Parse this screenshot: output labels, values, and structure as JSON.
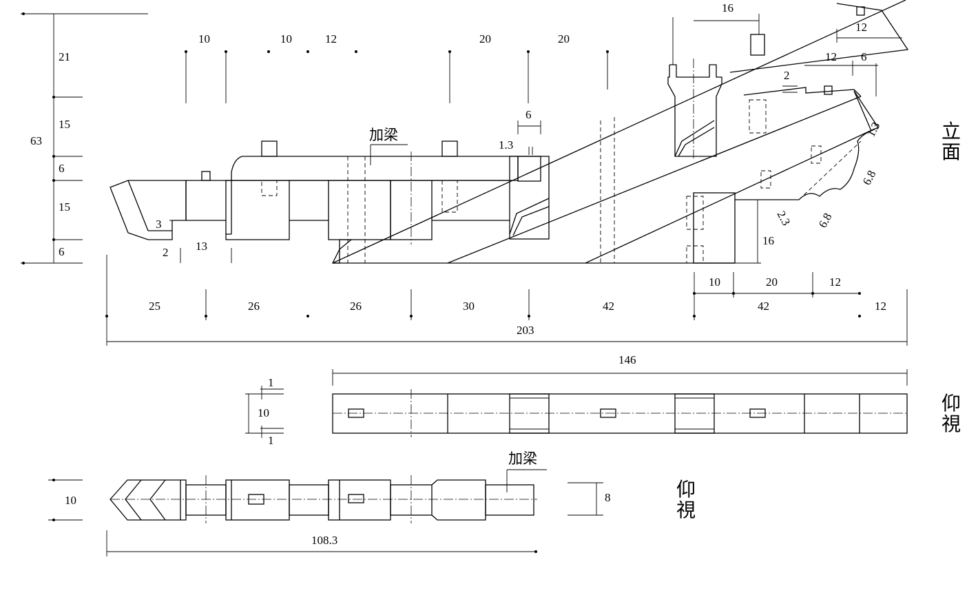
{
  "views": {
    "elevation": "立面",
    "bottom_1": "仰視",
    "bottom_2": "仰視"
  },
  "labels": {
    "added_beam_top": "加梁",
    "added_beam_bottom": "加梁"
  },
  "left_dims": [
    "21",
    "15",
    "6",
    "15",
    "6"
  ],
  "left_total": "63",
  "top_dims": [
    "10",
    "10",
    "12",
    "20",
    "20"
  ],
  "top_right_dims": {
    "d16": "16",
    "d12a": "12",
    "d12b": "12",
    "d6a": "6",
    "d2": "2",
    "d6b": "6",
    "d1_3a": "1.3",
    "d1_3b": "1.3",
    "d6_8a": "6.8",
    "d6_8b": "6.8",
    "d2_3": "2.3",
    "d16v": "16"
  },
  "small_dims": {
    "d3": "3",
    "d2": "2",
    "d13": "13"
  },
  "bottom_dims": [
    "25",
    "26",
    "26",
    "30",
    "42",
    "42",
    "12"
  ],
  "bottom_sub_dims": [
    "10",
    "20",
    "12"
  ],
  "overall": "203",
  "plan1": {
    "length": "146",
    "d1a": "1",
    "d10": "10",
    "d1b": "1"
  },
  "plan2": {
    "width": "10",
    "length": "108.3",
    "depth": "8"
  }
}
